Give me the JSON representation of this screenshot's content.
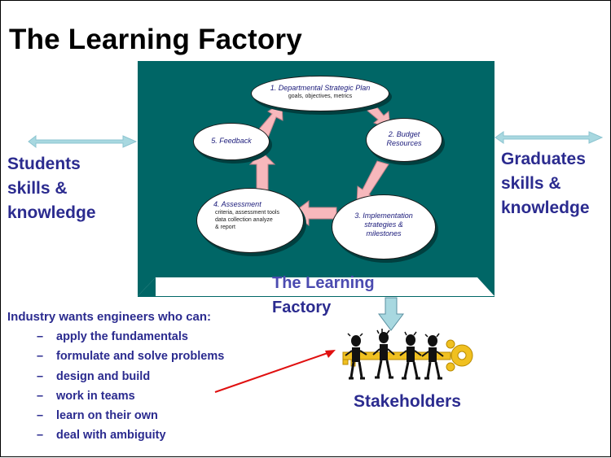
{
  "title": "The Learning Factory",
  "inputs": {
    "line1": "Students",
    "line2": "skills &",
    "line3": "knowledge"
  },
  "outputs": {
    "line1": "Graduates",
    "line2": "skills &",
    "line3": "knowledge"
  },
  "cycle": {
    "step1": {
      "label": "1. Departmental Strategic Plan",
      "sub": "goals, objectives, metrics"
    },
    "step2": {
      "label1": "2.  Budget",
      "label2": "Resources"
    },
    "step3": {
      "label1": "3. Implementation",
      "label2": "strategies &",
      "label3": "milestones"
    },
    "step4": {
      "label": "4. Assessment",
      "sub1": "criteria, assessment tools",
      "sub2": "data collection analyze",
      "sub3": "& report"
    },
    "step5": {
      "label": "5. Feedback"
    }
  },
  "factory_label": {
    "line1": "The Learning",
    "line2": "Factory"
  },
  "industry": {
    "heading": "Industry wants engineers who can:",
    "items": [
      "apply the fundamentals",
      "formulate and solve problems",
      "design and build",
      "work in teams",
      "learn on their own",
      "deal with ambiguity"
    ]
  },
  "stakeholders": "Stakeholders",
  "colors": {
    "panel": "#006666",
    "text_blue": "#2b2b8f",
    "input_arrow": "#a8d8e0",
    "cycle_arrow": "#f7b8bc",
    "pointer_arrow": "#e01010",
    "key": "#f0c020"
  }
}
